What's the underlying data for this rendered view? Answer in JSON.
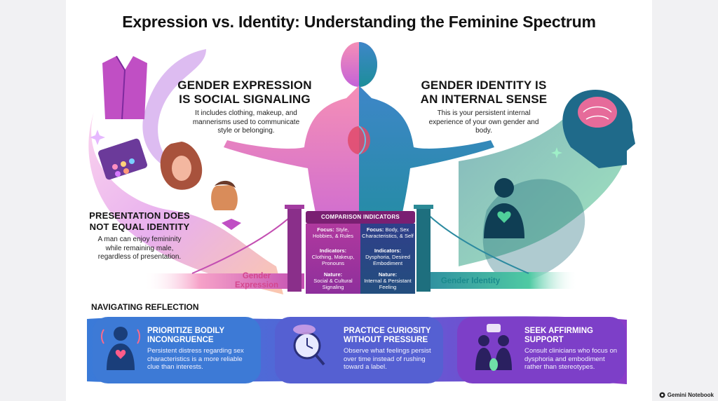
{
  "title": "Expression vs. Identity: Understanding the Feminine Spectrum",
  "expression": {
    "heading_line1": "GENDER EXPRESSION",
    "heading_line2": "IS SOCIAL SIGNALING",
    "body": "It includes clothing, makeup, and mannerisms used to communicate style or belonging."
  },
  "identity": {
    "heading_line1": "GENDER IDENTITY IS",
    "heading_line2": "AN INTERNAL SENSE",
    "body": "This is your persistent internal experience of your own gender and body."
  },
  "presentation": {
    "heading_line1": "PRESENTATION DOES",
    "heading_line2": "NOT EQUAL IDENTITY",
    "body": "A man can enjoy femininity while remaining male, regardless of presentation."
  },
  "comparison": {
    "title": "COMPARISON INDICATORS",
    "left_bridge_label_line1": "Gender",
    "left_bridge_label_line2": "Expression",
    "right_bridge_label": "Gender Identity",
    "rows": [
      {
        "left_key": "Focus:",
        "left_value": "Style, Hobbies, & Rules",
        "right_key": "Focus:",
        "right_value": "Body, Sex Characteristics, & Self"
      },
      {
        "left_key": "Indicators:",
        "left_value": "Clothing, Makeup, Pronouns",
        "right_key": "Indicators:",
        "right_value": "Dysphoria, Desired Embodiment"
      },
      {
        "left_key": "Nature:",
        "left_value": "Social & Cultural Signaling",
        "right_key": "Nature:",
        "right_value": "Internal & Persistant Feeling"
      }
    ]
  },
  "reflection": {
    "heading": "NAVIGATING REFLECTION",
    "items": [
      {
        "title_line1": "PRIORITIZE BODILY",
        "title_line2": "INCONGRUENCE",
        "body": "Persistent distress regarding sex characteristics is a more reliable clue than interests.",
        "icon": "person-heart-icon"
      },
      {
        "title_line1": "PRACTICE CURIOSITY",
        "title_line2": "WITHOUT PRESSURE",
        "body": "Observe what feelings persist over time instead of rushing toward a label.",
        "icon": "clock-magnifier-icon"
      },
      {
        "title_line1": "SEEK AFFIRMING",
        "title_line2": "SUPPORT",
        "body": "Consult clinicians who focus on dysphoria and embodiment rather than stereotypes.",
        "icon": "support-chat-icon"
      }
    ]
  },
  "branding": {
    "label": "Gemini Notebook"
  },
  "colors": {
    "expression_pink": "#e8459a",
    "expression_purple": "#9a3fcf",
    "identity_teal": "#19a99a",
    "identity_green": "#3fc07a",
    "panel_header": "#7a1f72",
    "reflection_blue": "#3b73d8",
    "reflection_purple": "#8a3cc9"
  }
}
